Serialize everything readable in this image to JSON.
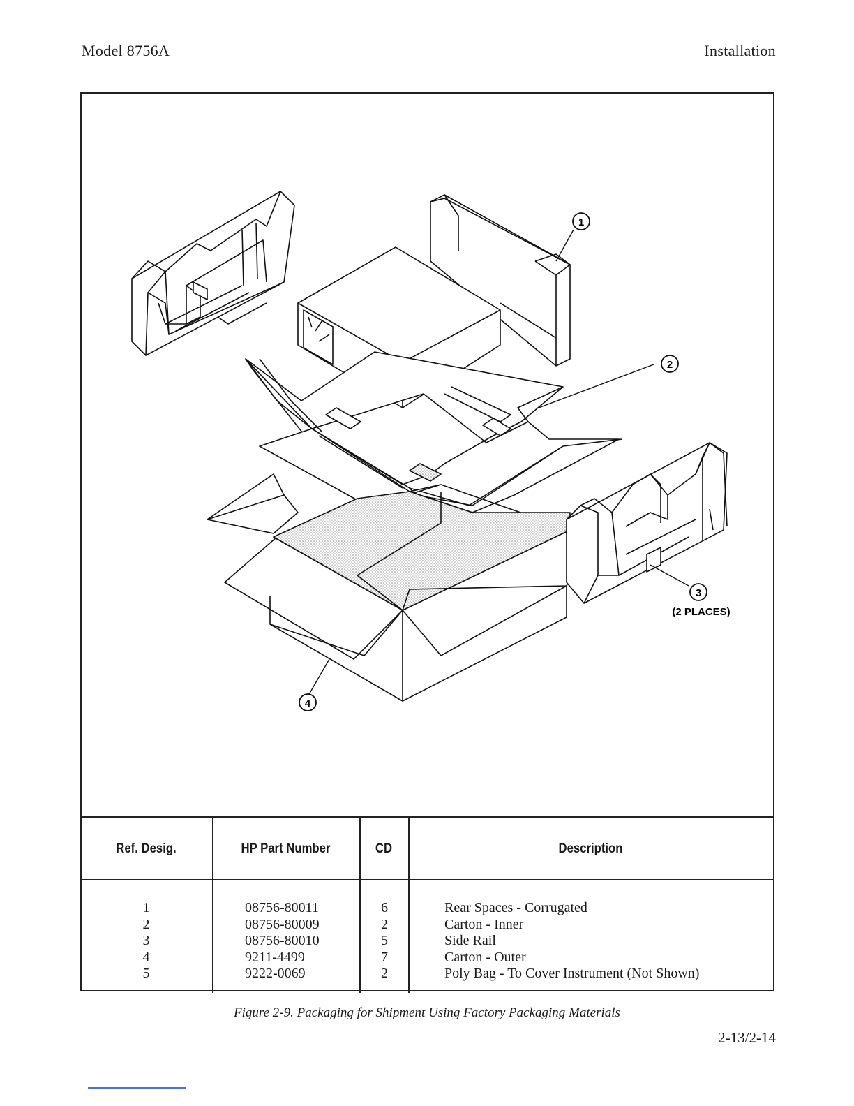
{
  "header": {
    "left": "Model 8756A",
    "right": "Installation"
  },
  "illustration": {
    "callouts": [
      "1",
      "2",
      "3",
      "4"
    ],
    "note_2_places": "(2 PLACES)"
  },
  "table": {
    "headers": {
      "ref": "Ref. Desig.",
      "part": "HP Part Number",
      "cd": "CD",
      "desc": "Description"
    },
    "rows": [
      {
        "ref": "1",
        "part": "08756-80011",
        "cd": "6",
        "desc": "Rear Spaces - Corrugated"
      },
      {
        "ref": "2",
        "part": "08756-80009",
        "cd": "2",
        "desc": "Carton - Inner"
      },
      {
        "ref": "3",
        "part": "08756-80010",
        "cd": "5",
        "desc": "Side Rail"
      },
      {
        "ref": "4",
        "part": "9211-4499",
        "cd": "7",
        "desc": "Carton - Outer"
      },
      {
        "ref": "5",
        "part": "9222-0069",
        "cd": "2",
        "desc": "Poly Bag - To Cover Instrument (Not Shown)"
      }
    ]
  },
  "caption": "Figure 2-9.   Packaging for Shipment Using Factory Packaging Materials",
  "page_number": "2-13/2-14"
}
